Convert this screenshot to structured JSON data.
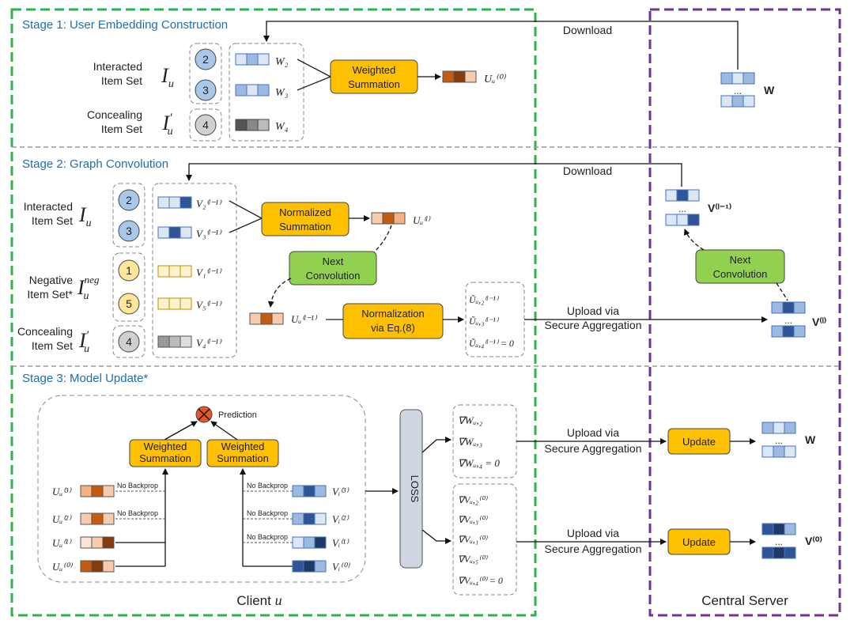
{
  "stages": {
    "s1": "Stage 1: User Embedding Construction",
    "s2": "Stage 2: Graph Convolution",
    "s3": "Stage 3: Model Update*"
  },
  "labels": {
    "interacted_item_set": [
      "Interacted",
      "Item Set"
    ],
    "concealing_item_set": [
      "Concealing",
      "Item Set"
    ],
    "negative_item_set": [
      "Negative",
      "Item Set*"
    ],
    "sym_I": "I",
    "sub_u": "u",
    "sup_neg": "neg",
    "prime": "′",
    "client": "Client",
    "server": "Central Server"
  },
  "items": {
    "s1_interacted": [
      "2",
      "3"
    ],
    "s1_concealing": [
      "4"
    ],
    "s2_interacted": [
      "2",
      "3"
    ],
    "s2_negative": [
      "1",
      "5"
    ],
    "s2_concealing": [
      "4"
    ]
  },
  "boxes": {
    "weighted_summation": [
      "Weighted",
      "Summation"
    ],
    "normalized_summation": [
      "Normalized",
      "Summation"
    ],
    "next_convolution": [
      "Next",
      "Convolution"
    ],
    "normalization": [
      "Normalization",
      "via Eq.(8)"
    ],
    "update": "Update",
    "loss": "LOSS",
    "prediction": "Prediction"
  },
  "arrows": {
    "download": "Download",
    "upload": [
      "Upload via",
      "Secure Aggregation"
    ],
    "no_backprop": "No Backprop"
  },
  "math": {
    "W2": "W₂",
    "W3": "W₃",
    "W4": "W₄",
    "Uu0": "Uᵤ⁽⁰⁾",
    "W_bold": "W",
    "V_l1": "V⁽ˡ⁻¹⁾",
    "V_l": "V⁽ˡ⁾",
    "V0": "V⁽⁰⁾",
    "V2l": "V₂⁽ˡ⁻¹⁾",
    "V3l": "V₃⁽ˡ⁻¹⁾",
    "V1l": "V₁⁽ˡ⁻¹⁾",
    "V5l": "V₅⁽ˡ⁻¹⁾",
    "V4l": "V₄⁽ˡ⁻¹⁾",
    "Uul": "Uᵤ⁽ˡ⁾",
    "Uul1": "Uᵤ⁽ˡ⁻¹⁾",
    "Ut2": "Ũᵤ,₂⁽ˡ⁻¹⁾",
    "Ut3": "Ũᵤ,₃⁽ˡ⁻¹⁾",
    "Ut4": "Ũᵤ,₄⁽ˡ⁻¹⁾ = 0",
    "dW2": "∇Wᵤ,₂",
    "dW3": "∇Wᵤ,₃",
    "dW4": "∇Wᵤ,₄ = 0",
    "dV2": "∇Vᵤ,₂⁽⁰⁾",
    "dV3": "∇Vᵤ,₃⁽⁰⁾",
    "dV1": "∇Vᵤ,₁⁽⁰⁾",
    "dV5": "∇Vᵤ,₅⁽⁰⁾",
    "dV4": "∇Vᵤ,₄⁽⁰⁾ = 0",
    "Uu3": "Uᵤ⁽³⁾",
    "Uu2": "Uᵤ⁽²⁾",
    "Uu1": "Uᵤ⁽¹⁾",
    "Uu0b": "Uᵤ⁽⁰⁾",
    "Vi3": "Vᵢ⁽³⁾",
    "Vi2": "Vᵢ⁽²⁾",
    "Vi1": "Vᵢ⁽¹⁾",
    "Vi0": "Vᵢ⁽⁰⁾",
    "ellipsis": "..."
  },
  "colors": {
    "client_border": "#2fb24c",
    "server_border": "#7030a0",
    "stage_text": "#1f6fb0",
    "orange_box": "#ffc000",
    "green_box": "#92d050",
    "loss_box": "#cfd6e2",
    "circle_blue": "#a8c8ea",
    "circle_yellow": "#ffe699",
    "circle_gray": "#d0d0d0",
    "prediction": "#e8552a"
  }
}
